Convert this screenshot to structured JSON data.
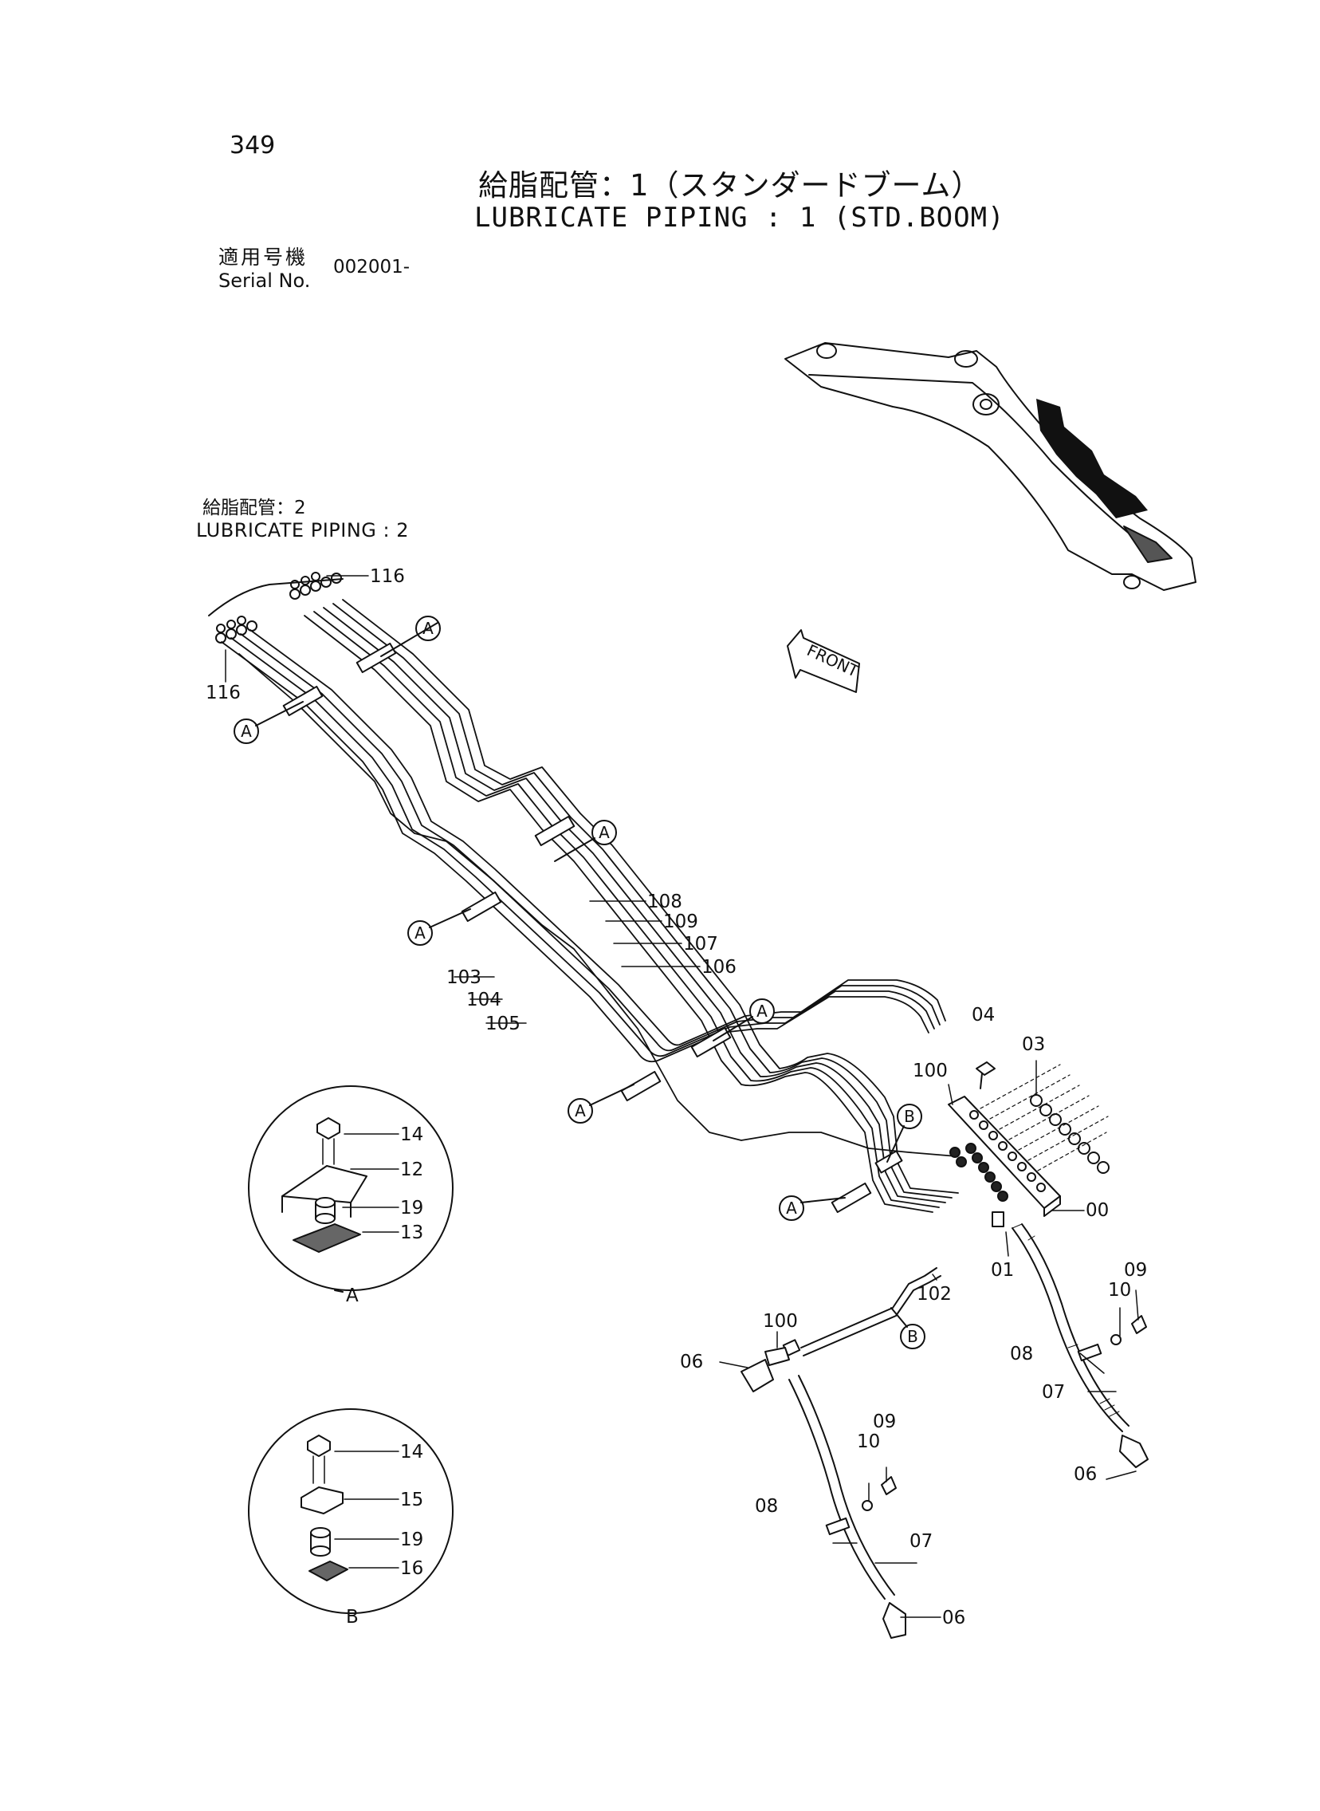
{
  "page_number": "349",
  "title_jp": "給脂配管：1（スタンダードブーム）",
  "title_en": "LUBRICATE PIPING : 1 (STD.BOOM)",
  "serial": {
    "label_jp": "適用号機",
    "label_en": "Serial No.",
    "value": "002001-"
  },
  "reference": {
    "label_jp": "給脂配管：2",
    "label_en": "LUBRICATE PIPING : 2"
  },
  "front_label": "FRONT",
  "callouts": {
    "c116a": "116",
    "c116b": "116",
    "c108": "108",
    "c109": "109",
    "c107": "107",
    "c106": "106",
    "c103": "103",
    "c104": "104",
    "c105": "105",
    "c04": "04",
    "c03": "03",
    "c100a": "100",
    "c00": "00",
    "c01": "01",
    "c102": "102",
    "c100b": "100",
    "c06a": "06",
    "c09a": "09",
    "c10a": "10",
    "c08a": "08",
    "c07a": "07",
    "c06b": "06",
    "c09b": "09",
    "c10b": "10",
    "c08b": "08",
    "c07b": "07",
    "c06c": "06"
  },
  "clamp_markers": {
    "A": "A",
    "B": "B"
  },
  "detail_A": {
    "label": "A",
    "parts": [
      "14",
      "12",
      "19",
      "13"
    ]
  },
  "detail_B": {
    "label": "B",
    "parts": [
      "14",
      "15",
      "19",
      "16"
    ]
  }
}
